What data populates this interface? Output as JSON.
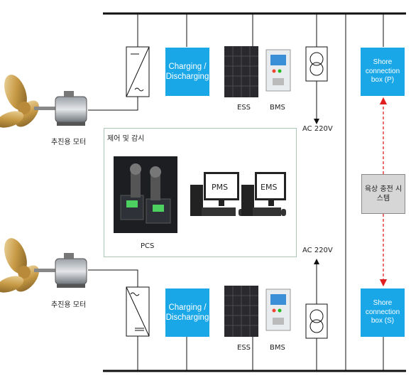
{
  "colors": {
    "accent_blue": "#1aa7e8",
    "gray_box": "#d6d6d6",
    "arrow_red": "#e02020",
    "bus_line": "#111111"
  },
  "upper": {
    "motor_label": "추진용 모터",
    "charging_label": "Charging / Discharging",
    "ess_label": "ESS",
    "bms_label": "BMS",
    "ac_label": "AC 220V",
    "shore_label": "Shore connection box (P)"
  },
  "lower": {
    "motor_label": "추진용 모터",
    "charging_label": "Charging / Discharging",
    "ess_label": "ESS",
    "bms_label": "BMS",
    "ac_label": "AC 220V",
    "shore_label": "Shore connection box (S)"
  },
  "control_panel": {
    "title": "제어 및 감시",
    "pcs_label": "PCS",
    "pms_label": "PMS",
    "ems_label": "EMS"
  },
  "onshore_box_label": "육상 충전 시스템"
}
